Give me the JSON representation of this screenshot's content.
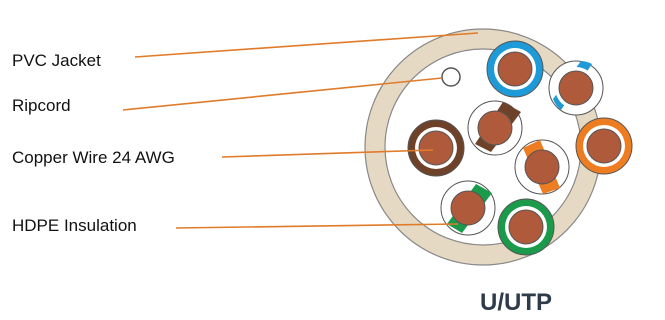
{
  "title": "U/UTP",
  "labels": {
    "jacket": "PVC Jacket",
    "ripcord": "Ripcord",
    "copper": "Copper Wire 24 AWG",
    "insulation": "HDPE Insulation"
  },
  "colors": {
    "jacket": "#e6d9c3",
    "core_background": "#ffffff",
    "copper": "#b05a3c",
    "leader_line": "#e07b2a",
    "blue": "#1e9ad8",
    "brown": "#6e4129",
    "orange": "#ee7d22",
    "green": "#1a9a4a"
  },
  "pairs": [
    "blue",
    "brown",
    "orange",
    "green"
  ]
}
